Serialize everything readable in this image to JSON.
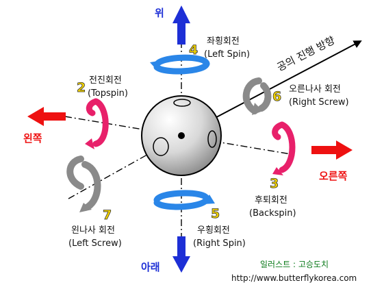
{
  "directions": {
    "up": "위",
    "down": "아래",
    "left": "왼쪽",
    "right": "오른쪽"
  },
  "ball_travel": "공의 진행 방향",
  "spins": [
    {
      "number": "4",
      "name_ko": "좌횡회전",
      "name_en": "(Left Spin)"
    },
    {
      "number": "2",
      "name_ko": "전진회전",
      "name_en": "(Topspin)"
    },
    {
      "number": "6",
      "name_ko": "오른나사 회전",
      "name_en": "(Right Screw)"
    },
    {
      "number": "3",
      "name_ko": "후퇴회전",
      "name_en": "(Backspin)"
    },
    {
      "number": "7",
      "name_ko": "왼나사 회전",
      "name_en": "(Left Screw)"
    },
    {
      "number": "5",
      "name_ko": "우횡회전",
      "name_en": "(Right Spin)"
    }
  ],
  "credit": "일러스트 : 고승도치",
  "url": "http://www.butterflykorea.com",
  "colors": {
    "up_down_arrow": "#1d2fd6",
    "left_right_arrow": "#ee1111",
    "horizontal_spin": "#2a86e8",
    "vertical_spin": "#e8206a",
    "screw_spin": "#8a8a8a",
    "number": "#f2d200",
    "credit": "#0a7a1a"
  }
}
